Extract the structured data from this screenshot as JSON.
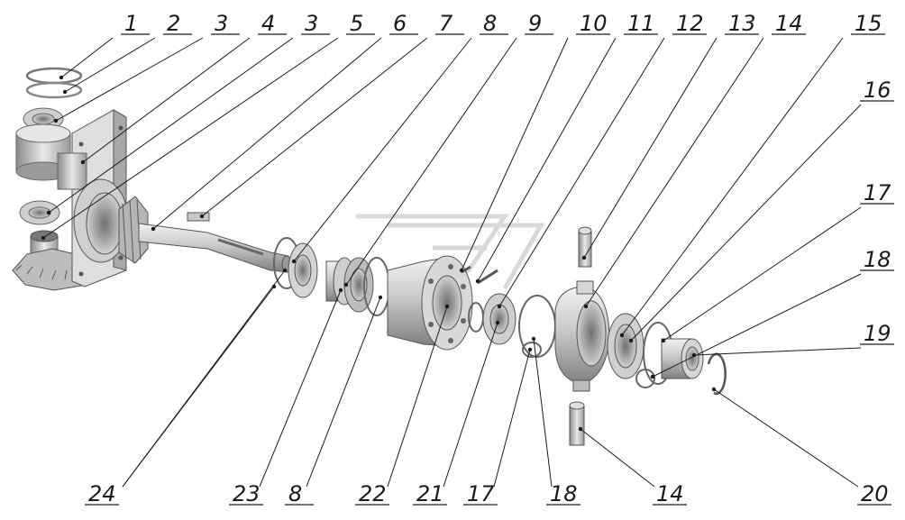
{
  "callouts_top": [
    "1",
    "2",
    "3",
    "4",
    "3",
    "5",
    "6",
    "7",
    "8",
    "9",
    "10",
    "11",
    "12",
    "13",
    "14",
    "15"
  ],
  "callouts_right": [
    "16",
    "17",
    "18",
    "19",
    "20"
  ],
  "callouts_bottom": [
    "24",
    "23",
    "8",
    "22",
    "21",
    "17",
    "18",
    "14"
  ],
  "colors": {
    "background": "#ffffff",
    "line": "#1a1a1a",
    "part_light": "#e4e4e4",
    "part_mid": "#bdbdbd",
    "part_dark": "#7d7d7d",
    "watermark": "#d9d9d9"
  }
}
